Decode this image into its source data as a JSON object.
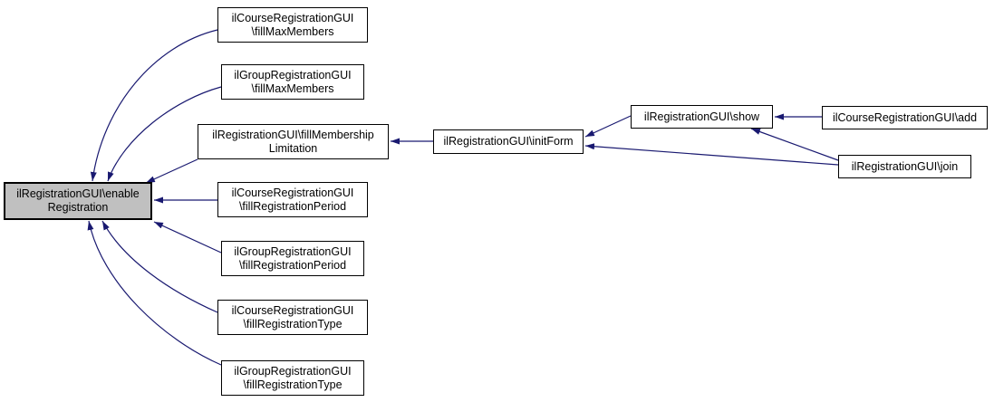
{
  "diagram": {
    "kind": "caller-graph",
    "colors": {
      "edge": "#191970",
      "node_fill": "#ffffff",
      "node_border": "#000000",
      "focus_fill": "#c0c0c0",
      "text": "#000000",
      "background": "#ffffff"
    },
    "nodes": {
      "enable": {
        "line1": "ilRegistrationGUI\\enable",
        "line2": "Registration",
        "focused": true
      },
      "course_fillMaxMembers": {
        "line1": "ilCourseRegistrationGUI",
        "line2": "\\fillMaxMembers"
      },
      "group_fillMaxMembers": {
        "line1": "ilGroupRegistrationGUI",
        "line2": "\\fillMaxMembers"
      },
      "fillMembership": {
        "line1": "ilRegistrationGUI\\fillMembership",
        "line2": "Limitation"
      },
      "course_fillRegistrationPeriod": {
        "line1": "ilCourseRegistrationGUI",
        "line2": "\\fillRegistrationPeriod"
      },
      "group_fillRegistrationPeriod": {
        "line1": "ilGroupRegistrationGUI",
        "line2": "\\fillRegistrationPeriod"
      },
      "course_fillRegistrationType": {
        "line1": "ilCourseRegistrationGUI",
        "line2": "\\fillRegistrationType"
      },
      "group_fillRegistrationType": {
        "line1": "ilGroupRegistrationGUI",
        "line2": "\\fillRegistrationType"
      },
      "initForm": {
        "line1": "ilRegistrationGUI\\initForm"
      },
      "show": {
        "line1": "ilRegistrationGUI\\show"
      },
      "add": {
        "line1": "ilCourseRegistrationGUI\\add"
      },
      "join": {
        "line1": "ilRegistrationGUI\\join"
      }
    },
    "edges": [
      {
        "from": "ilCourseRegistrationGUI\\fillMaxMembers",
        "to": "ilRegistrationGUI\\enableRegistration"
      },
      {
        "from": "ilGroupRegistrationGUI\\fillMaxMembers",
        "to": "ilRegistrationGUI\\enableRegistration"
      },
      {
        "from": "ilRegistrationGUI\\fillMembershipLimitation",
        "to": "ilRegistrationGUI\\enableRegistration"
      },
      {
        "from": "ilCourseRegistrationGUI\\fillRegistrationPeriod",
        "to": "ilRegistrationGUI\\enableRegistration"
      },
      {
        "from": "ilGroupRegistrationGUI\\fillRegistrationPeriod",
        "to": "ilRegistrationGUI\\enableRegistration"
      },
      {
        "from": "ilCourseRegistrationGUI\\fillRegistrationType",
        "to": "ilRegistrationGUI\\enableRegistration"
      },
      {
        "from": "ilGroupRegistrationGUI\\fillRegistrationType",
        "to": "ilRegistrationGUI\\enableRegistration"
      },
      {
        "from": "ilRegistrationGUI\\initForm",
        "to": "ilRegistrationGUI\\fillMembershipLimitation"
      },
      {
        "from": "ilRegistrationGUI\\show",
        "to": "ilRegistrationGUI\\initForm"
      },
      {
        "from": "ilRegistrationGUI\\join",
        "to": "ilRegistrationGUI\\initForm"
      },
      {
        "from": "ilCourseRegistrationGUI\\add",
        "to": "ilRegistrationGUI\\show"
      },
      {
        "from": "ilRegistrationGUI\\join",
        "to": "ilRegistrationGUI\\show"
      }
    ]
  }
}
